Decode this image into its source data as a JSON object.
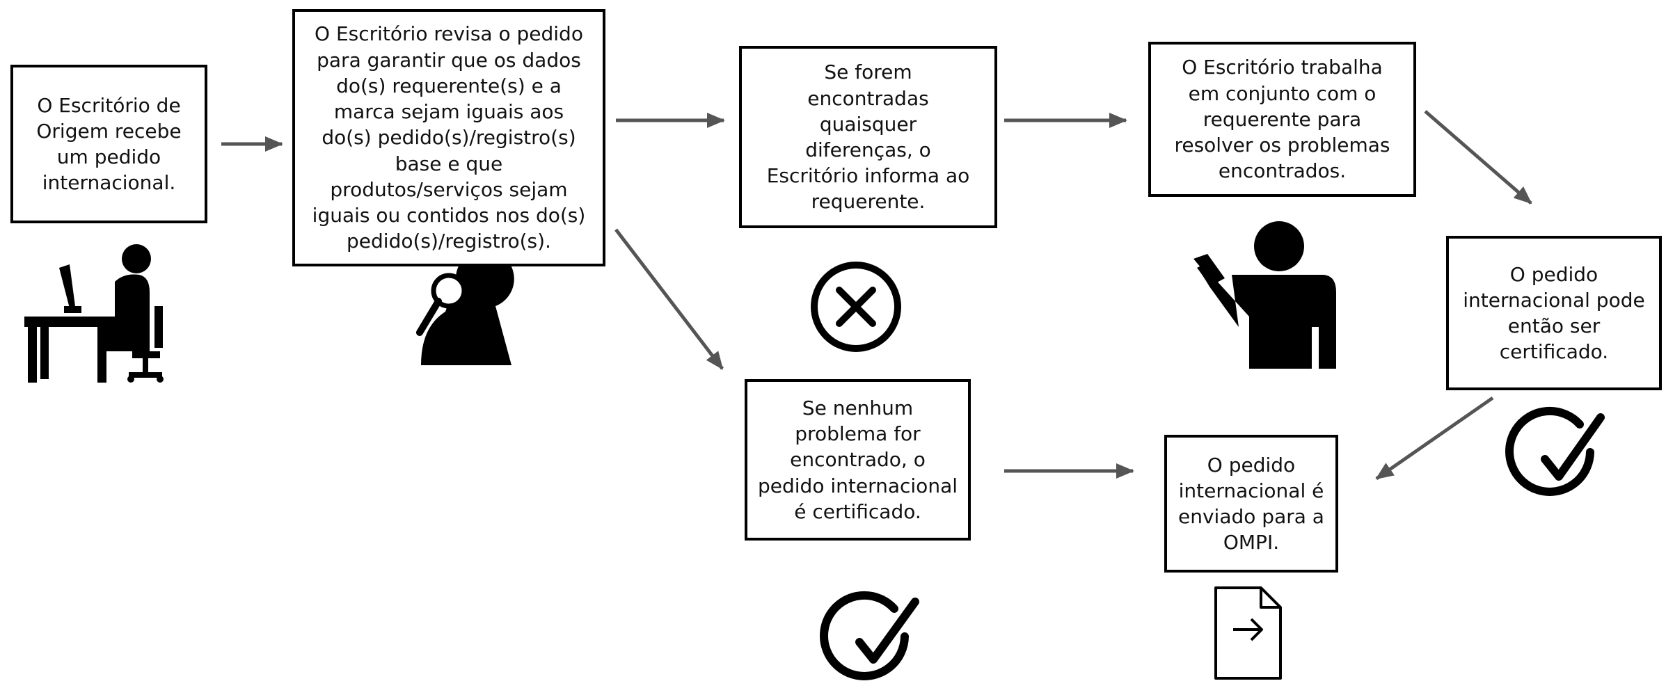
{
  "steps": {
    "receive": "O Escritório de\nOrigem recebe\num pedido\ninternacional.",
    "review": "O Escritório revisa o pedido\npara garantir que os dados\ndo(s) requerente(s) e a\nmarca sejam iguais aos\ndo(s) pedido(s)/registro(s)\nbase e que\nprodutos/serviços sejam\niguais ou contidos nos do(s)\npedido(s)/registro(s).",
    "differences": "Se forem\nencontradas\nquaisquer\ndiferenças, o\nEscritório informa ao\nrequerente.",
    "work_together": "O Escritório trabalha\nem conjunto com o\nrequerente para\nresolver os problemas\nencontrados.",
    "can_certify": "O pedido\ninternacional pode\nentão ser\ncertificado.",
    "no_problem": "Se nenhum\nproblema for\nencontrado, o\npedido internacional\né certificado.",
    "sent_wipo": "O pedido\ninternacional é\nenviado para a\nOMPI."
  },
  "icons": {
    "receive": "person-at-desk-icon",
    "review": "person-magnifier-icon",
    "differences": "circle-x-icon",
    "work_together": "person-raising-hand-icon",
    "can_certify": "check-circle-icon",
    "no_problem": "check-circle-icon",
    "sent_wipo": "document-send-icon"
  },
  "colors": {
    "box_border": "#000000",
    "arrow": "#555555",
    "icon": "#000000"
  }
}
